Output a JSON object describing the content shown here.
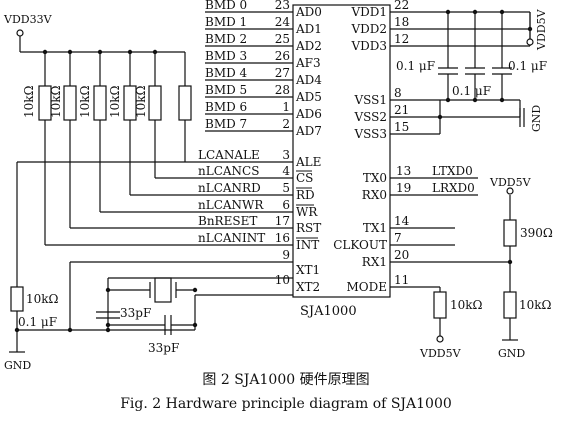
{
  "chip": {
    "name": "SJA1000",
    "left_pins": [
      {
        "label": "AD0",
        "num": "23",
        "net": "BMD 0"
      },
      {
        "label": "AD1",
        "num": "24",
        "net": "BMD 1"
      },
      {
        "label": "AD2",
        "num": "25",
        "net": "BMD 2"
      },
      {
        "label": "AF3",
        "num": "26",
        "net": "BMD 3"
      },
      {
        "label": "AD4",
        "num": "27",
        "net": "BMD 4"
      },
      {
        "label": "AD5",
        "num": "28",
        "net": "BMD 5"
      },
      {
        "label": "AD6",
        "num": "1",
        "net": "BMD 6"
      },
      {
        "label": "AD7",
        "num": "2",
        "net": "BMD 7"
      },
      {
        "label": "ALE",
        "num": "3",
        "net": "LCANALE"
      },
      {
        "label": "CS",
        "num": "4",
        "net": "nLCANCS"
      },
      {
        "label": "RD",
        "num": "5",
        "net": "nLCANRD"
      },
      {
        "label": "WR",
        "num": "6",
        "net": "nLCANWR"
      },
      {
        "label": "RST",
        "num": "17",
        "net": "BnRESET"
      },
      {
        "label": "INT",
        "num": "16",
        "net": "nLCANINT"
      },
      {
        "label": "",
        "num": "9",
        "net": ""
      },
      {
        "label": "XT1",
        "num": "10",
        "net": ""
      },
      {
        "label": "XT2",
        "num": "",
        "net": ""
      }
    ],
    "right_pins": [
      {
        "label": "VDD1",
        "num": "22",
        "net": ""
      },
      {
        "label": "VDD2",
        "num": "18",
        "net": ""
      },
      {
        "label": "VDD3",
        "num": "12",
        "net": ""
      },
      {
        "label": "VSS1",
        "num": "8",
        "net": ""
      },
      {
        "label": "VSS2",
        "num": "21",
        "net": ""
      },
      {
        "label": "VSS3",
        "num": "15",
        "net": ""
      },
      {
        "label": "TX0",
        "num": "13",
        "net": "LTXD0"
      },
      {
        "label": "RX0",
        "num": "19",
        "net": "LRXD0"
      },
      {
        "label": "TX1",
        "num": "14",
        "net": ""
      },
      {
        "label": "CLKOUT",
        "num": "7",
        "net": ""
      },
      {
        "label": "RX1",
        "num": "20",
        "net": ""
      },
      {
        "label": "MODE",
        "num": "11",
        "net": ""
      }
    ]
  },
  "power": {
    "vdd33": "VDD33V",
    "vdd5_top": "VDD5V",
    "vdd5_right": "VDD5V",
    "vdd5_bottom": "VDD5V",
    "gnd_right": "GND",
    "gnd_left": "GND",
    "gnd_bottom": "GND"
  },
  "components": {
    "pullups": [
      "10kΩ",
      "10kΩ",
      "10kΩ",
      "10kΩ",
      "10kΩ"
    ],
    "decoupling_caps": [
      "0.1 μF",
      "0.1 μF",
      "0.1 μF"
    ],
    "r_390": "390Ω",
    "r_mode": "10kΩ",
    "r_rx1": "10kΩ",
    "r_left": "10kΩ",
    "c_left": "0.1 μF",
    "c_xt_top": "33pF",
    "c_xt_bottom": "33pF"
  },
  "caption": {
    "cn": "图 2   SJA1000 硬件原理图",
    "en": "Fig. 2    Hardware principle diagram of SJA1000"
  }
}
